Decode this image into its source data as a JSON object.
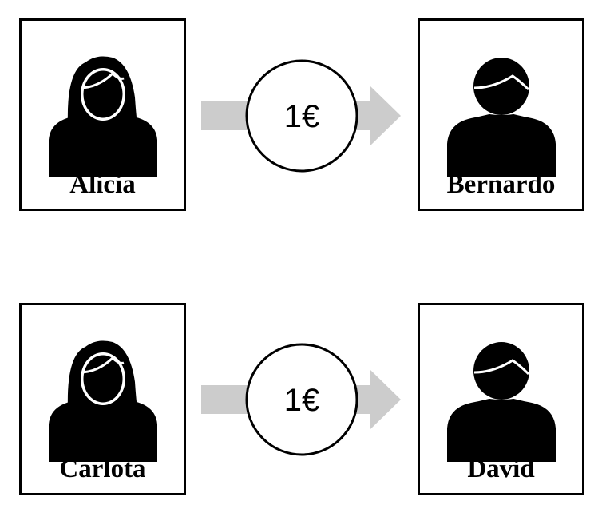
{
  "rows": [
    {
      "sender": {
        "name": "Alicia",
        "icon": "woman-icon"
      },
      "amount": "1€",
      "receiver": {
        "name": "Bernardo",
        "icon": "man-icon"
      }
    },
    {
      "sender": {
        "name": "Carlota",
        "icon": "woman-icon"
      },
      "amount": "1€",
      "receiver": {
        "name": "David",
        "icon": "man-icon"
      }
    }
  ],
  "colors": {
    "arrow": "#cccccc",
    "stroke": "#000000",
    "background": "#ffffff"
  }
}
